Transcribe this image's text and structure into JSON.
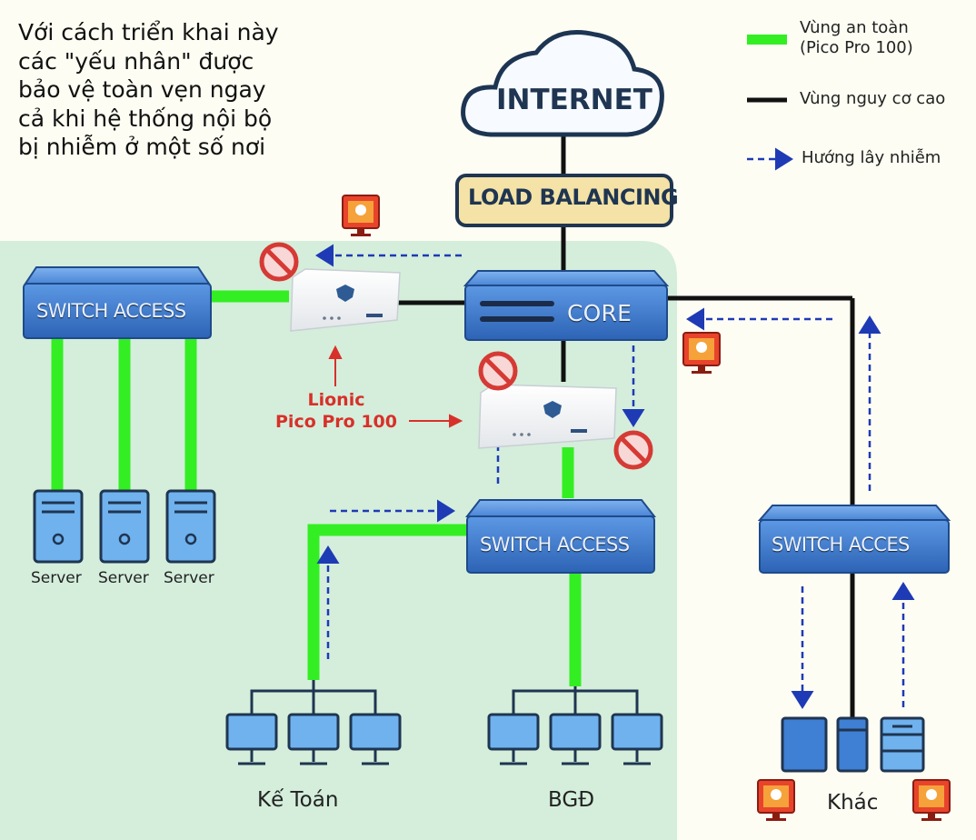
{
  "intro_lines": [
    "Với cách triển khai này",
    "các \"yếu nhân\" được",
    "bảo vệ toàn vẹn ngay",
    "cả khi hệ thống nội bộ",
    "bị nhiễm ở một số nơi"
  ],
  "legend": {
    "safe_line1": "Vùng an toàn",
    "safe_line2": "(Pico Pro 100)",
    "danger": "Vùng nguy cơ cao",
    "infection": "Hướng lây nhiễm"
  },
  "nodes": {
    "internet": "INTERNET",
    "load_balancing": "LOAD BALANCING",
    "core": "CORE",
    "switch_left": "SWITCH ACCESS",
    "switch_middle": "SWITCH ACCESS",
    "switch_right": "SWITCH ACCES"
  },
  "device_label_line1": "Lionic",
  "device_label_line2": "Pico Pro 100",
  "servers": [
    "Server",
    "Server",
    "Server"
  ],
  "groups": {
    "accounting": "Kế Toán",
    "board": "BGĐ",
    "other": "Khác"
  },
  "colors": {
    "safe_zone_bg": "#d4eedb",
    "safe_line": "#33ee22",
    "danger_line": "#111111",
    "infection_arrow": "#1f3ab5",
    "switch_blue": "#3f7fd4",
    "device_blue": "#6fb2ee",
    "load_balancing_fill": "#f4e2a6",
    "block_red": "#d63a35"
  }
}
